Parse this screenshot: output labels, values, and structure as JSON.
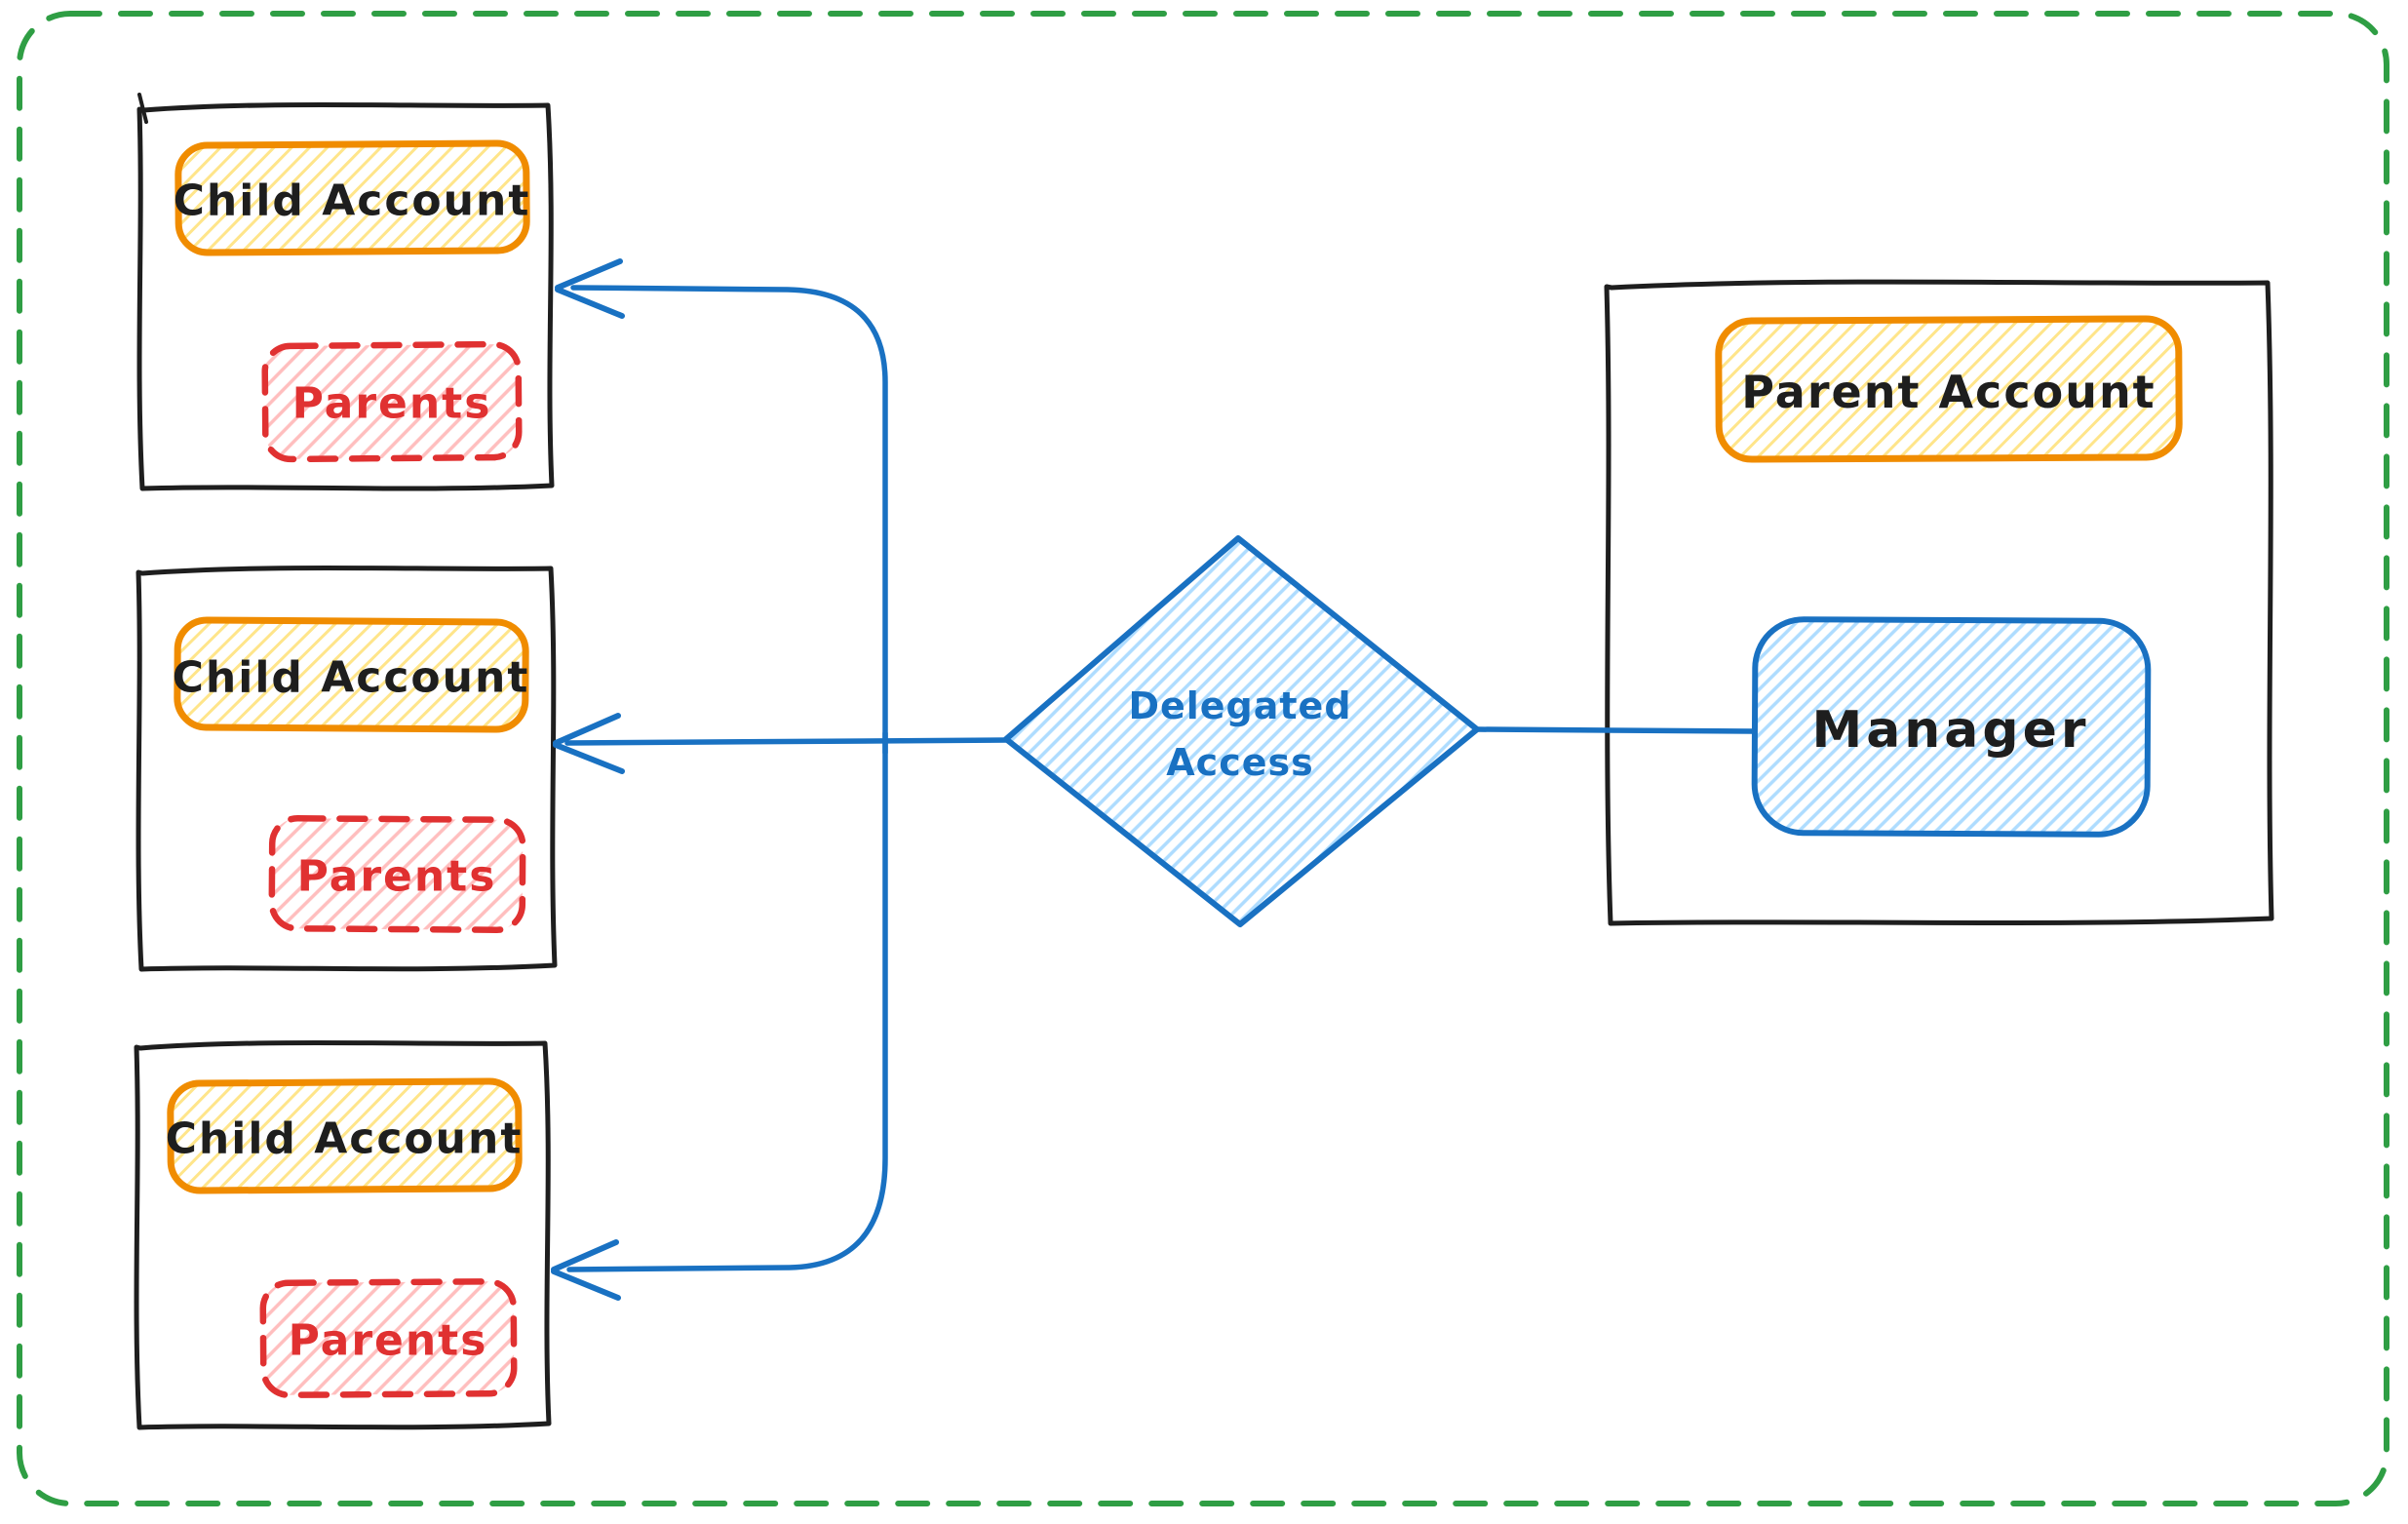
{
  "canvas": {
    "background_color": "#ffffff",
    "border_color": "#2f9e44"
  },
  "palette": {
    "black_stroke": "#1e1e1e",
    "blue_stroke": "#1971c2",
    "blue_hatch": "#a5d8ff",
    "orange_stroke": "#f08c00",
    "yellow_hatch": "#ffd43b",
    "red_stroke": "#e03131",
    "pink_hatch": "#ffa8a8",
    "green_border": "#2f9e44"
  },
  "nodes": {
    "child_accounts": [
      {
        "title": "Child Account",
        "sub": "Parents"
      },
      {
        "title": "Child Account",
        "sub": "Parents"
      },
      {
        "title": "Child Account",
        "sub": "Parents"
      }
    ],
    "parent_account": {
      "title": "Parent Account",
      "manager": "Manager"
    },
    "decision": {
      "line1": "Delegated",
      "line2": "Access"
    }
  }
}
